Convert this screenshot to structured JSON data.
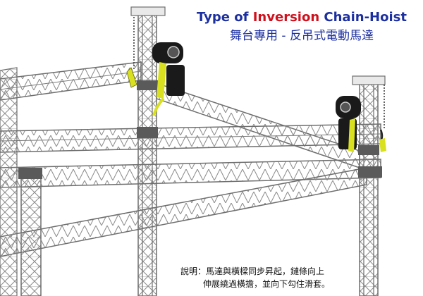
{
  "title": {
    "before": "Type of ",
    "highlight": "Inversion",
    "after": " Chain-Hoist"
  },
  "subtitle": "舞台專用 - 反吊式電動馬達",
  "note": {
    "line1": "說明：馬達與橫樑同步昇起，鏈條向上",
    "line2": "伸展繞過橫擔，並向下勾住滑套。"
  },
  "colors": {
    "title": "#1c2fa0",
    "highlight": "#d0101c",
    "truss": "#6e6e6e",
    "hoist_body": "#1a1a1a",
    "sling": "#d8e020"
  }
}
